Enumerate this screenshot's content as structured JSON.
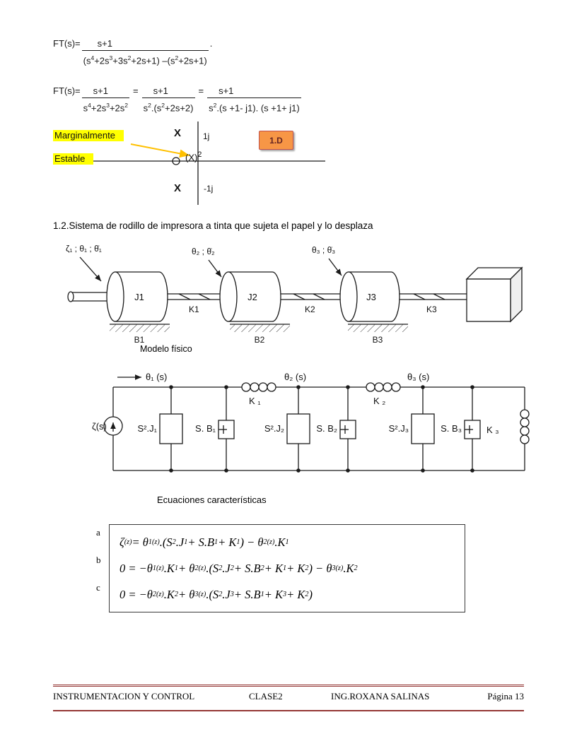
{
  "colors": {
    "highlight": "#FFFF00",
    "badge-bg": "#F79646",
    "badge-border": "#C0504D",
    "badge-text": "#632423",
    "footer-line": "#943634",
    "arrow": "#FFC000"
  },
  "formula1": {
    "label": "FT(s)=",
    "numerator": "s+1",
    "denominator": "(s<sup>4</sup>+2s<sup>3</sup>+3s<sup>2</sup>+2s+1) –(s<sup>2</sup>+2s+1)",
    "suffix": "."
  },
  "formula2": {
    "label": "FT(s)=",
    "equals": "=",
    "fractions": [
      {
        "numerator": "s+1",
        "denominator": "s<sup>4</sup>+2s<sup>3</sup>+2s<sup>2</sup>"
      },
      {
        "numerator": "s+1",
        "denominator": "s<sup>2</sup>.(s<sup>2</sup>+2s+2)"
      },
      {
        "numerator": "s+1",
        "denominator": "s<sup>2</sup>.(s +1- j1). (s +1+ j1)"
      }
    ]
  },
  "pole_plot": {
    "annotation_line1": "Marginalmente",
    "annotation_line2": "Estable",
    "pole_upper": "X",
    "pole_upper_value": "1j",
    "pole_origin": "(X)<sup>2</sup>",
    "pole_lower": "X",
    "pole_lower_value": "-1j",
    "badge": "1.D"
  },
  "section": {
    "heading": "1.2.Sistema de rodillo de impresora a tinta que sujeta el papel y lo desplaza"
  },
  "physical_model": {
    "input_label": "ζ₁ ; θ₁ ; θ̇₁",
    "theta2_label": "θ₂ ; θ̇₂",
    "theta3_label": "θ₃ ; θ̇₃",
    "rotors": [
      "J1",
      "J2",
      "J3"
    ],
    "shafts": [
      "K1",
      "K2",
      "K3"
    ],
    "dampers": [
      "B1",
      "B2",
      "B3"
    ],
    "caption": "Modelo físico"
  },
  "circuit": {
    "source": "ζ(s)",
    "theta1": "θ₁ (s)",
    "theta2": "θ₂ (s)",
    "theta3": "θ₃ (s)",
    "k1": "K ₁",
    "k2": "K ₂",
    "k3": "K ₃",
    "z1": "S².J₁",
    "b1": "S. B₁",
    "z2": "S².J₂",
    "b2": "S. B₂",
    "z3": "S².J₃",
    "b3": "S. B₃"
  },
  "equations": {
    "title": "Ecuaciones características",
    "rows": [
      {
        "tag": "a",
        "formula": "ζ<sub>(z)</sub> = θ<sub>1(z)</sub>.(S<sup>2</sup>.J<sub>1</sub> + S.B<sub>1</sub> + K<sub>1</sub>) − θ<sub>2(z)</sub>.K<sub>1</sub>"
      },
      {
        "tag": "b",
        "formula": "0 = −θ<sub>1(z)</sub>.K<sub>1</sub> + θ<sub>2(z)</sub>.(S<sup>2</sup>.J<sub>2</sub> + S.B<sub>2</sub> + K<sub>1</sub> + K<sub>2</sub>) − θ<sub>3(z)</sub>.K<sub>2</sub>"
      },
      {
        "tag": "c",
        "formula": "0 = −θ<sub>2(z)</sub>.K<sub>2</sub> + θ<sub>3(z)</sub>.(S<sup>2</sup>.J<sub>3</sub> + S.B<sub>1</sub> + K<sub>3</sub> + K<sub>2</sub>)"
      }
    ]
  },
  "footer": {
    "course": "INSTRUMENTACION Y CONTROL",
    "class": "CLASE2",
    "author": "ING.ROXANA SALINAS",
    "page": "Página 13"
  }
}
